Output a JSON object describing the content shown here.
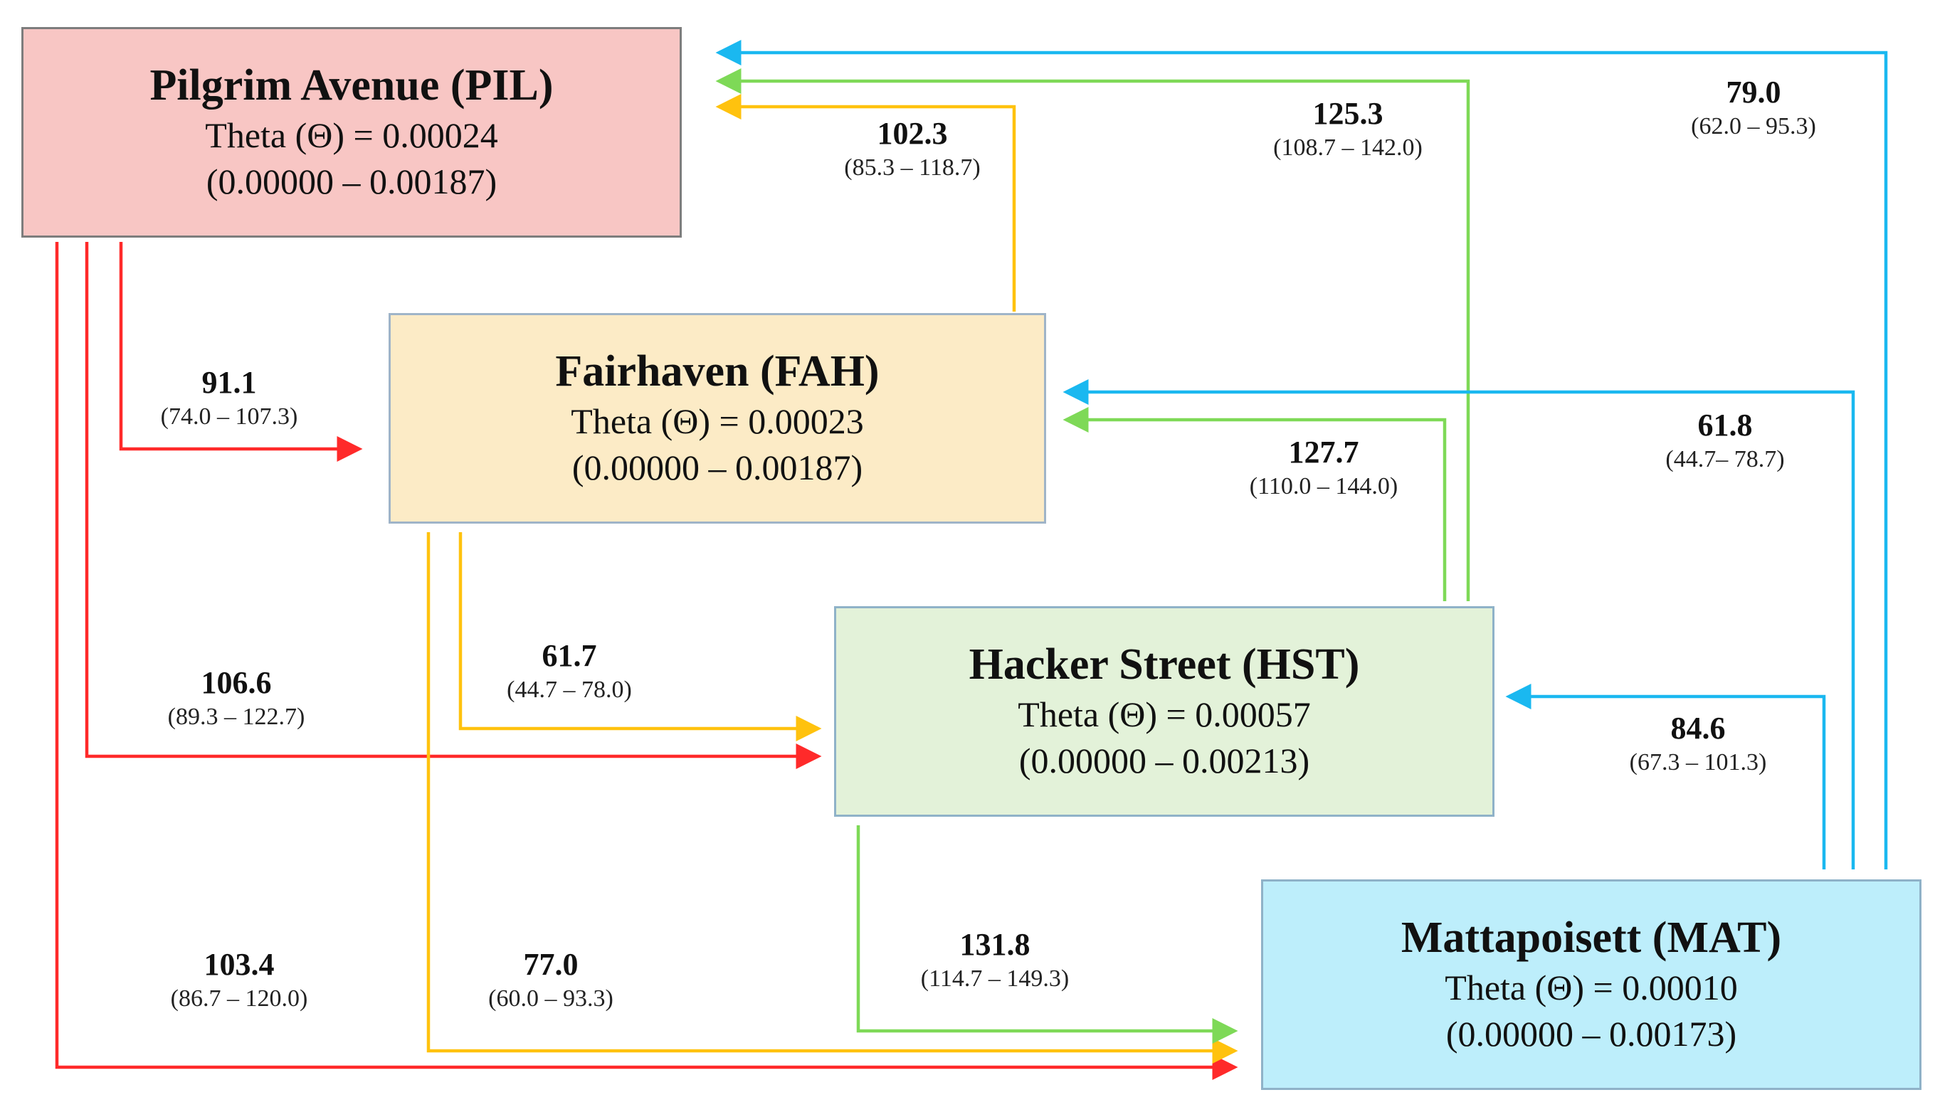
{
  "nodes": {
    "pil": {
      "title": "Pilgrim Avenue (PIL)",
      "theta": "Theta (Θ) = 0.00024",
      "ci": "(0.00000 – 0.00187)",
      "fill": "#f8c6c4"
    },
    "fah": {
      "title": "Fairhaven (FAH)",
      "theta": "Theta (Θ) = 0.00023",
      "ci": "(0.00000 – 0.00187)",
      "fill": "#fcebc6"
    },
    "hst": {
      "title": "Hacker Street (HST)",
      "theta": "Theta (Θ) = 0.00057",
      "ci": "(0.00000 – 0.00213)",
      "fill": "#e3f2d9"
    },
    "mat": {
      "title": "Mattapoisett (MAT)",
      "theta": "Theta (Θ) = 0.00010",
      "ci": "(0.00000 – 0.00173)",
      "fill": "#bdeefb"
    }
  },
  "edges": {
    "pil_fah": {
      "from": "PIL",
      "to": "FAH",
      "value": "91.1",
      "range": "(74.0 – 107.3)",
      "color": "#ff2a2a"
    },
    "pil_hst": {
      "from": "PIL",
      "to": "HST",
      "value": "106.6",
      "range": "(89.3 – 122.7)",
      "color": "#ff2a2a"
    },
    "pil_mat": {
      "from": "PIL",
      "to": "MAT",
      "value": "103.4",
      "range": "(86.7 – 120.0)",
      "color": "#ff2a2a"
    },
    "fah_pil": {
      "from": "FAH",
      "to": "PIL",
      "value": "102.3",
      "range": "(85.3 – 118.7)",
      "color": "#ffc20e"
    },
    "fah_hst": {
      "from": "FAH",
      "to": "HST",
      "value": "61.7",
      "range": "(44.7 – 78.0)",
      "color": "#ffc20e"
    },
    "fah_mat": {
      "from": "FAH",
      "to": "MAT",
      "value": "77.0",
      "range": "(60.0 – 93.3)",
      "color": "#ffc20e"
    },
    "hst_pil": {
      "from": "HST",
      "to": "PIL",
      "value": "125.3",
      "range": "(108.7 – 142.0)",
      "color": "#7ed957"
    },
    "hst_fah": {
      "from": "HST",
      "to": "FAH",
      "value": "127.7",
      "range": "(110.0 – 144.0)",
      "color": "#7ed957"
    },
    "hst_mat": {
      "from": "HST",
      "to": "MAT",
      "value": "131.8",
      "range": "(114.7 – 149.3)",
      "color": "#7ed957"
    },
    "mat_pil": {
      "from": "MAT",
      "to": "PIL",
      "value": "79.0",
      "range": "(62.0 – 95.3)",
      "color": "#1ab8f0"
    },
    "mat_fah": {
      "from": "MAT",
      "to": "FAH",
      "value": "61.8",
      "range": "(44.7– 78.7)",
      "color": "#1ab8f0"
    },
    "mat_hst": {
      "from": "MAT",
      "to": "HST",
      "value": "84.6",
      "range": "(67.3 – 101.3)",
      "color": "#1ab8f0"
    }
  }
}
